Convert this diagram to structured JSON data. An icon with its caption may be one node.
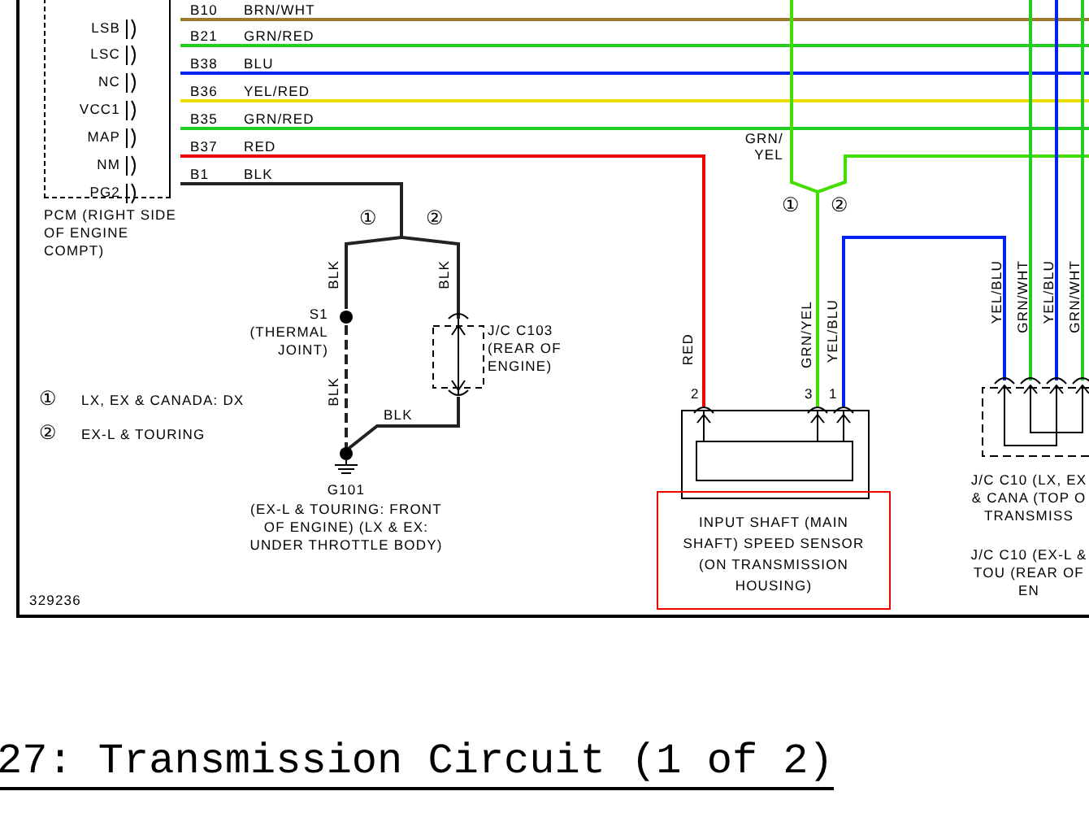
{
  "diagram": {
    "title": "27: Transmission Circuit (1 of 2)",
    "nodes": [
      {
        "text": [
          "PCM (RIGHT SIDE OF ENGINE COMPT)"
        ]
      },
      {
        "text": [
          "LSB"
        ],
        "in": 0
      },
      {
        "text": [
          "LSC"
        ],
        "in": 0
      },
      {
        "text": [
          "NC"
        ],
        "in": 0
      },
      {
        "text": [
          "VCC1"
        ],
        "in": 0
      },
      {
        "text": [
          "MAP"
        ],
        "in": 0
      },
      {
        "text": [
          "NM"
        ],
        "in": 0
      },
      {
        "text": [
          "PG2"
        ],
        "in": 0
      },
      {
        "text": [
          "S1 (THERMAL JOINT)"
        ]
      },
      {
        "text": [
          "J/C C103 (REAR OF ENGINE)"
        ]
      },
      {
        "text": [
          "G101",
          "(EX-L & TOURING: FRONT OF ENGINE) (LX & EX: UNDER THROTTLE BODY)"
        ]
      },
      {
        "text": [
          "INPUT SHAFT (MAIN SHAFT) SPEED SENSOR (ON TRANSMISSION HOUSING)"
        ],
        "beside": [
          "2",
          "3",
          "1"
        ]
      },
      {
        "text": [
          "J/C C10 (LX, EX & CANA (TOP O TRANSMISS",
          "J/C C10 (EX-L & TOU (REAR OF EN"
        ]
      }
    ],
    "edges": [
      {
        "from": 1,
        "to": null,
        "arrow": "none",
        "label": "BRN/WHT",
        "color": "#a0782a"
      },
      {
        "from": 2,
        "to": null,
        "arrow": "none",
        "label": "GRN/RED",
        "color": "#22cc22"
      },
      {
        "from": 3,
        "to": null,
        "arrow": "none",
        "label": "BLU",
        "color": "#0022ee"
      },
      {
        "from": 4,
        "to": null,
        "arrow": "none",
        "label": "YEL/RED",
        "color": "#eedd00"
      },
      {
        "from": 5,
        "to": null,
        "arrow": "none",
        "label": "GRN/RED",
        "color": "#22cc22"
      },
      {
        "from": 6,
        "to": 11,
        "arrow": "none",
        "label": "RED",
        "color": "#ee0000"
      },
      {
        "from": 7,
        "to": 8,
        "arrow": "none",
        "label": "BLK",
        "color": "#222222"
      },
      {
        "from": 7,
        "to": 9,
        "arrow": "none",
        "label": "BLK",
        "color": "#222222"
      },
      {
        "from": 8,
        "to": 10,
        "arrow": "none",
        "label": "BLK",
        "style": "dashed",
        "color": "#222222"
      },
      {
        "from": 9,
        "to": 10,
        "arrow": "none",
        "label": "BLK",
        "color": "#222222"
      },
      {
        "from": null,
        "to": 11,
        "arrow": "none",
        "label": "GRN/ YEL",
        "color": "#44dd00"
      },
      {
        "from": null,
        "to": 11,
        "arrow": "none",
        "color": "#44dd00"
      },
      {
        "from": 11,
        "to": 12,
        "arrow": "none",
        "label": "YEL/BLU",
        "color": "#0022ee"
      },
      {
        "from": 12,
        "to": null,
        "arrow": "none",
        "label": "GRN/WHT",
        "color": "#22cc22"
      },
      {
        "from": 12,
        "to": null,
        "arrow": "none",
        "label": "YEL/BLU",
        "color": "#0022ee"
      },
      {
        "from": 12,
        "to": null,
        "arrow": "none",
        "label": "GRN/WHT",
        "color": "#22cc22"
      }
    ],
    "labels": [
      "B10",
      "B21",
      "B38",
      "B36",
      "B35",
      "B37",
      "B1",
      "BLK",
      "①",
      "②",
      "①",
      "②",
      "RED",
      "GRN/YEL",
      "①",
      "LX, EX & CANADA: DX",
      "②",
      "EX-L & TOURING",
      "YEL/BLU",
      "329236"
    ]
  }
}
